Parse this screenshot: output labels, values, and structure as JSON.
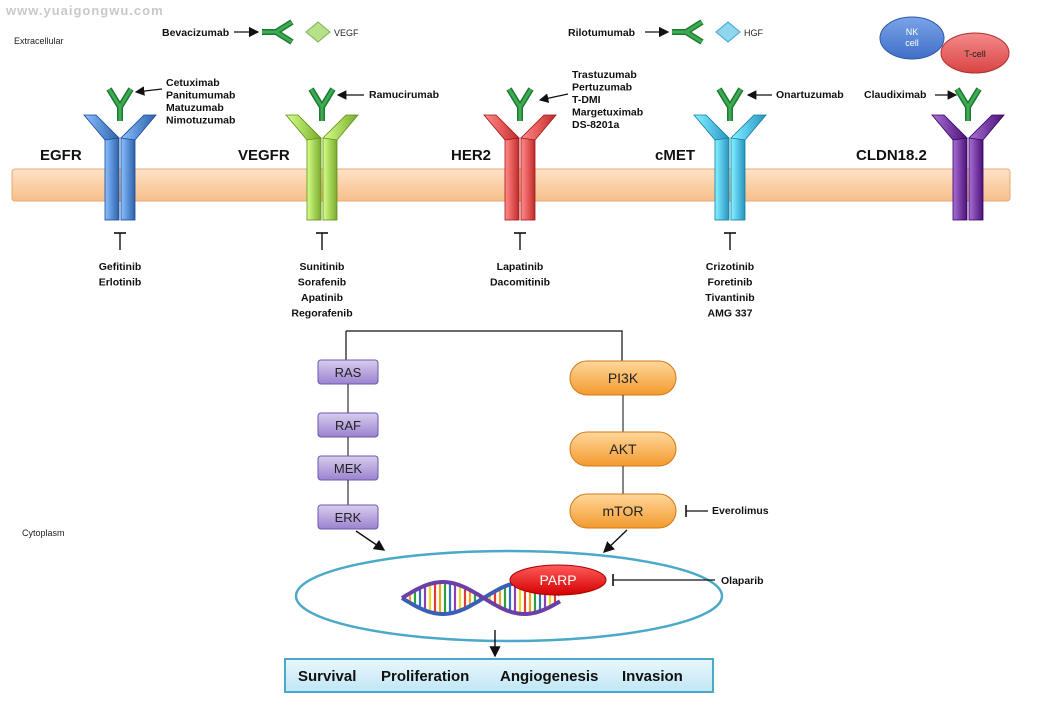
{
  "watermark": "www.yuaigongwu.com",
  "regions": {
    "extracellular": "Extracellular",
    "cytoplasm": "Cytoplasm"
  },
  "ligands": {
    "vegf": {
      "drug": "Bevacizumab",
      "label": "VEGF"
    },
    "hgf": {
      "drug": "Rilotumumab",
      "label": "HGF"
    }
  },
  "cells": {
    "nk": [
      "NK",
      "cell"
    ],
    "t": "T-cell"
  },
  "receptors": [
    {
      "name": "EGFR",
      "color": "#5b8fd6",
      "antibodies": [
        "Cetuximab",
        "Panitumumab",
        "Matuzumab",
        "Nimotuzumab"
      ],
      "inhibitors": [
        "Gefitinib",
        "Erlotinib"
      ]
    },
    {
      "name": "VEGFR",
      "color": "#a6d65a",
      "antibodies": [
        "Ramucirumab"
      ],
      "inhibitors": [
        "Sunitinib",
        "Sorafenib",
        "Apatinib",
        "Regorafenib"
      ]
    },
    {
      "name": "HER2",
      "color": "#e65a5a",
      "antibodies": [
        "Trastuzumab",
        "Pertuzumab",
        "T-DMI",
        "Margetuximab",
        "DS-8201a"
      ],
      "inhibitors": [
        "Lapatinib",
        "Dacomitinib"
      ]
    },
    {
      "name": "cMET",
      "color": "#55c3e6",
      "antibodies": [
        "Onartuzumab"
      ],
      "inhibitors": [
        "Crizotinib",
        "Foretinib",
        "Tivantinib",
        "AMG 337"
      ]
    },
    {
      "name": "CLDN18.2",
      "color": "#7a3fa6",
      "antibodies": [
        "Claudiximab"
      ],
      "inhibitors": []
    }
  ],
  "pathway_left": [
    "RAS",
    "RAF",
    "MEK",
    "ERK"
  ],
  "pathway_right": [
    "PI3K",
    "AKT",
    "mTOR"
  ],
  "mtor_inhibitor": "Everolimus",
  "parp": {
    "label": "PARP",
    "inhibitor": "Olaparib"
  },
  "outcomes": [
    "Survival",
    "Proliferation",
    "Angiogenesis",
    "Invasion"
  ]
}
